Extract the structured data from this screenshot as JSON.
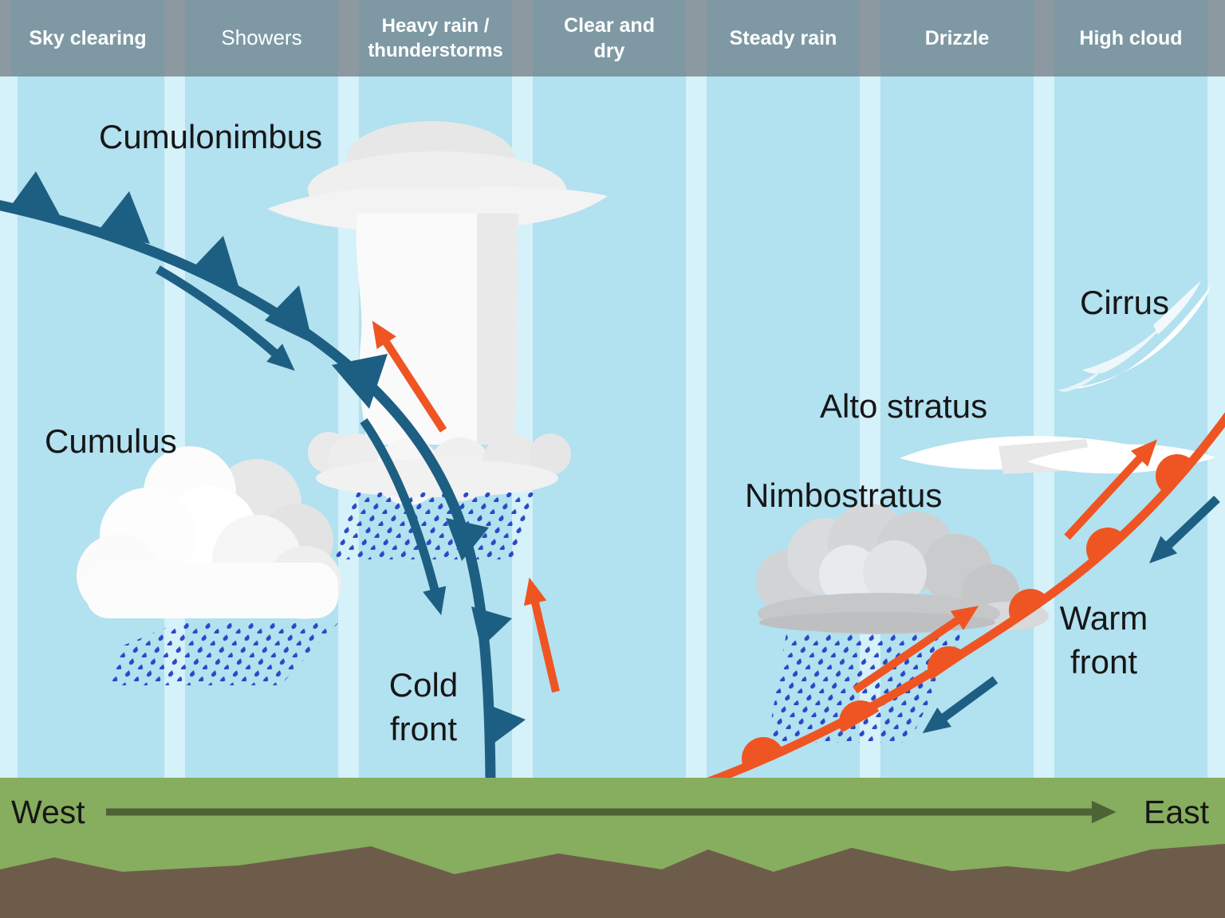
{
  "forecast_bar": {
    "items": [
      {
        "label": "Sky clearing"
      },
      {
        "label": "Showers"
      },
      {
        "label": "Heavy rain / thunderstorms"
      },
      {
        "label": "Clear and dry"
      },
      {
        "label": "Steady rain"
      },
      {
        "label": "Drizzle"
      },
      {
        "label": "High cloud"
      }
    ]
  },
  "scene_labels": {
    "cumulonimbus": "Cumulonimbus",
    "cumulus": "Cumulus",
    "cold_front": "Cold front",
    "cirrus": "Cirrus",
    "alto_stratus": "Alto stratus",
    "nimbostratus": "Nimbostratus",
    "warm_front": "Warm front"
  },
  "ground_axis": {
    "west": "West",
    "east": "East"
  },
  "colors": {
    "cold_front_blue": "#1d5f82",
    "warm_front_orange": "#ee5523",
    "rain_blue": "#2b48c6",
    "sky": "#b2e1f0",
    "sky_stripe": "#d5f1f9",
    "bar_background": "#8c99a0",
    "bar_box": "#7e99a4",
    "grass_green": "#87ad5f",
    "direction_arrow_olive": "#4d6336",
    "soil_brown": "#6e5c4b"
  }
}
